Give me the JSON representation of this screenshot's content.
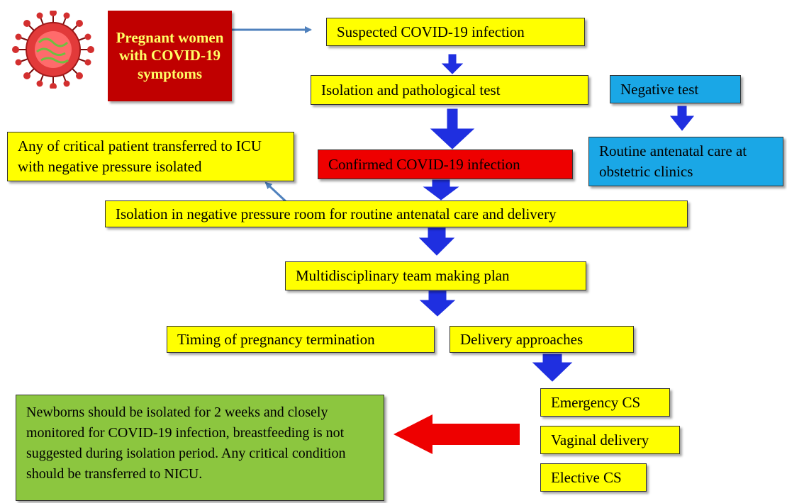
{
  "title_box": "Pregnant women with COVID-19 symptoms",
  "nodes": {
    "suspected": "Suspected COVID-19 infection",
    "isolation_test": "Isolation and pathological test",
    "negative_test": "Negative test",
    "routine_care": "Routine antenatal care at obstetric clinics",
    "critical_icu": "Any of critical patient transferred to ICU with negative pressure isolated",
    "confirmed": "Confirmed COVID-19 infection",
    "isolation_room": "Isolation in negative pressure room  for routine antenatal care and delivery",
    "mdt": "Multidisciplinary team making plan",
    "timing": "Timing of pregnancy termination",
    "delivery": "Delivery approaches",
    "emergency_cs": "Emergency  CS",
    "vaginal": "Vaginal delivery",
    "elective_cs": "Elective CS",
    "newborns": "Newborns should be isolated for 2 weeks and closely monitored for COVID-19 infection, breastfeeding is not suggested  during isolation period. Any critical condition should be transferred to NICU."
  },
  "colors": {
    "yellow": "#ffff00",
    "blue": "#1aa7e6",
    "red": "#ee0000",
    "darkred": "#c00000",
    "green": "#8cc63f",
    "arrow_blue": "#1f2fe0",
    "arrow_red": "#ee0000",
    "virus": "#e23a3a"
  },
  "icons": [
    "coronavirus-icon"
  ]
}
